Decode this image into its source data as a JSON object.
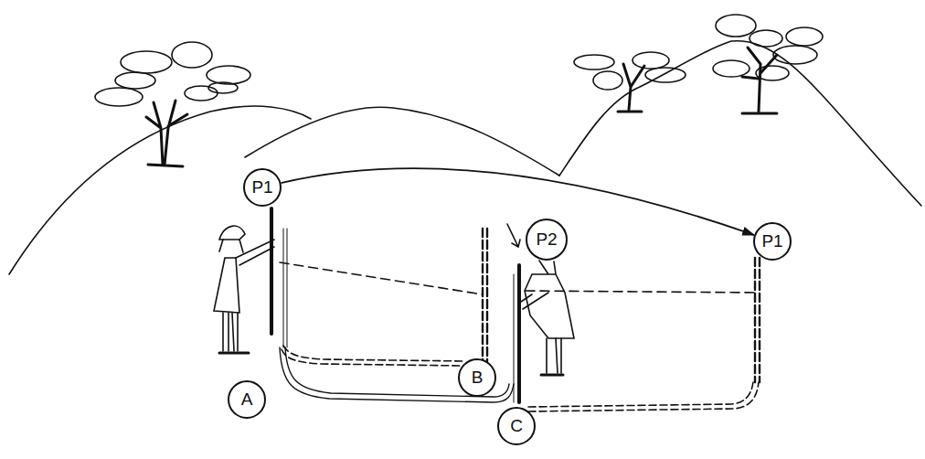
{
  "diagram": {
    "nodes": [
      {
        "text": [
          "P1"
        ]
      },
      {
        "text": [
          "P2"
        ]
      },
      {
        "text": [
          "P1"
        ]
      },
      {
        "text": [
          "A"
        ]
      },
      {
        "text": [
          "B"
        ]
      },
      {
        "text": [
          "C"
        ]
      }
    ],
    "edges": [
      {
        "from": 0,
        "to": 2,
        "arrow": "to"
      }
    ]
  }
}
